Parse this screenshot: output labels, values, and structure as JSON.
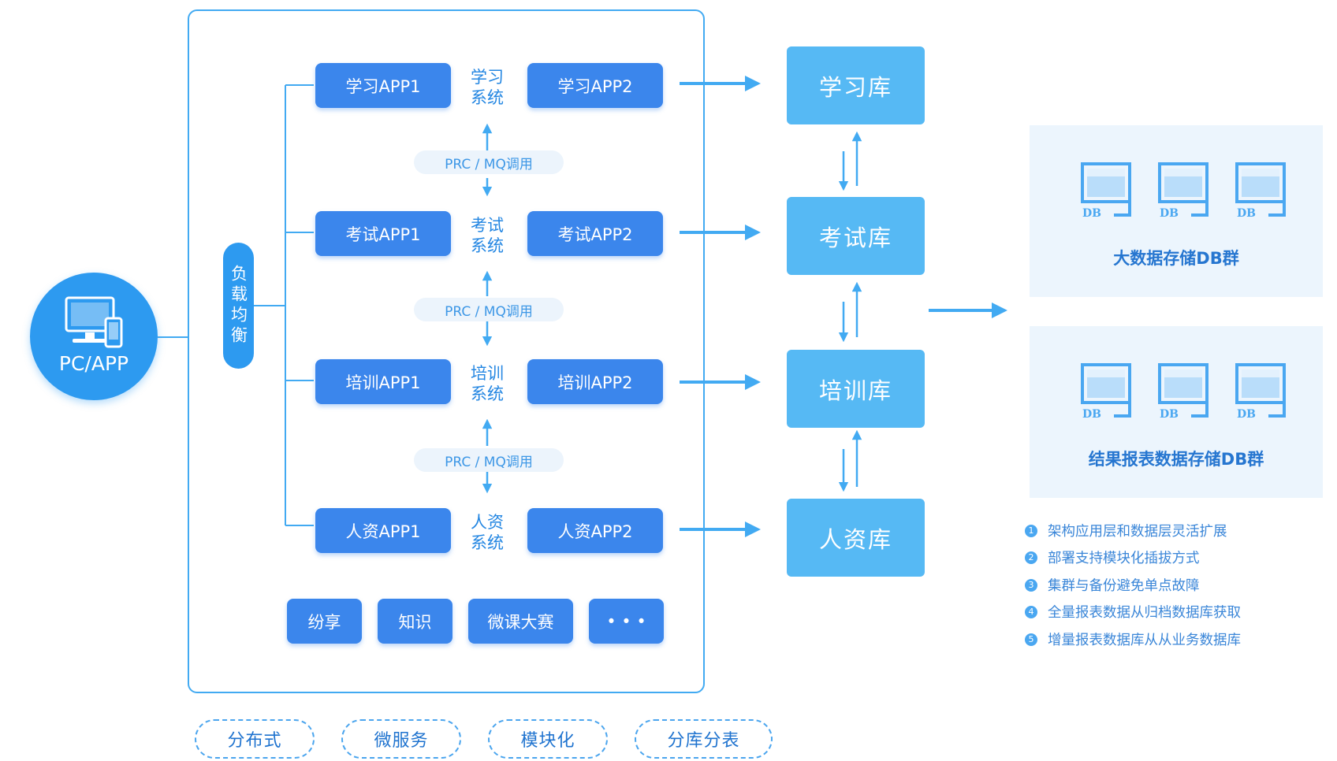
{
  "client": {
    "label": "PC/APP",
    "icon": "monitor-phone-icon"
  },
  "load_balancer": {
    "label": "负载均衡"
  },
  "systems": [
    {
      "app1": "学习APP1",
      "name": "学习\n系统",
      "app2": "学习APP2"
    },
    {
      "app1": "考试APP1",
      "name": "考试\n系统",
      "app2": "考试APP2"
    },
    {
      "app1": "培训APP1",
      "name": "培训\n系统",
      "app2": "培训APP2"
    },
    {
      "app1": "人资APP1",
      "name": "人资\n系统",
      "app2": "人资APP2"
    }
  ],
  "rpc_label": "PRC / MQ调用",
  "features": [
    "纷享",
    "知识",
    "微课大赛",
    "• • •"
  ],
  "databases": [
    "学习库",
    "考试库",
    "培训库",
    "人资库"
  ],
  "db_groups": [
    {
      "title": "大数据存储DB群",
      "icons": [
        "DB",
        "DB",
        "DB"
      ]
    },
    {
      "title": "结果报表数据存储DB群",
      "icons": [
        "DB",
        "DB",
        "DB"
      ]
    }
  ],
  "notes": [
    {
      "num": "1",
      "text": "架构应用层和数据层灵活扩展"
    },
    {
      "num": "2",
      "text": "部署支持模块化插拔方式"
    },
    {
      "num": "3",
      "text": "集群与备份避免单点故障"
    },
    {
      "num": "4",
      "text": "全量报表数据从归档数据库获取"
    },
    {
      "num": "5",
      "text": "增量报表数据库从从业务数据库"
    }
  ],
  "tags": [
    "分布式",
    "微服务",
    "模块化",
    "分库分表"
  ],
  "colors": {
    "primary": "#3b86ec",
    "light": "#56b9f4",
    "panel": "#ecf5fd",
    "text": "#2386e2"
  }
}
